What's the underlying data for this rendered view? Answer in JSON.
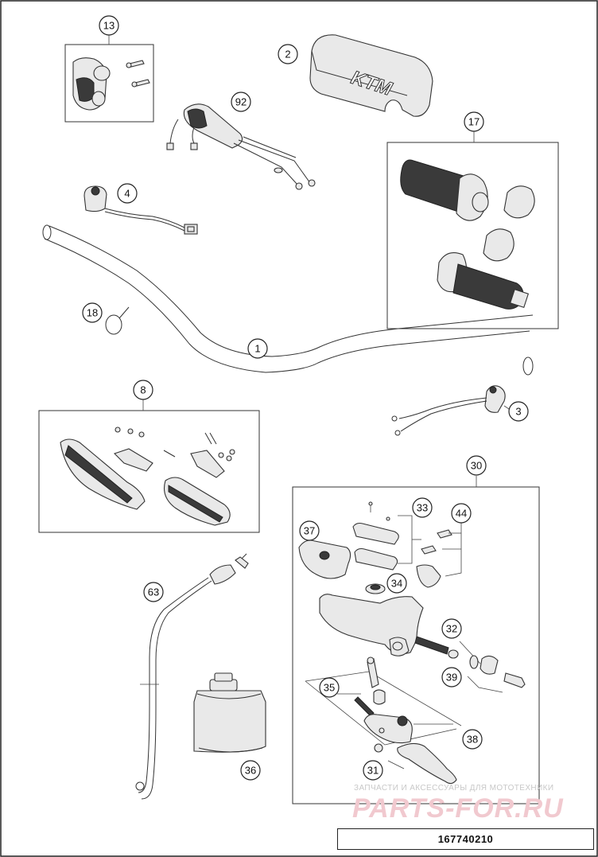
{
  "callouts": [
    "1",
    "2",
    "3",
    "4",
    "8",
    "13",
    "17",
    "18",
    "30",
    "31",
    "32",
    "33",
    "34",
    "35",
    "36",
    "37",
    "38",
    "39",
    "44",
    "63",
    "92"
  ],
  "brand_logo": "KTM",
  "watermark": {
    "line1": "ЗАПЧАСТИ И АКСЕССУАРЫ ДЛЯ МОТОТЕХНИКИ",
    "line2": "PARTS-FOR.RU"
  },
  "drawing_number": "167740210",
  "colors": {
    "line": "#333333",
    "watermark": "#f1c9cf"
  }
}
